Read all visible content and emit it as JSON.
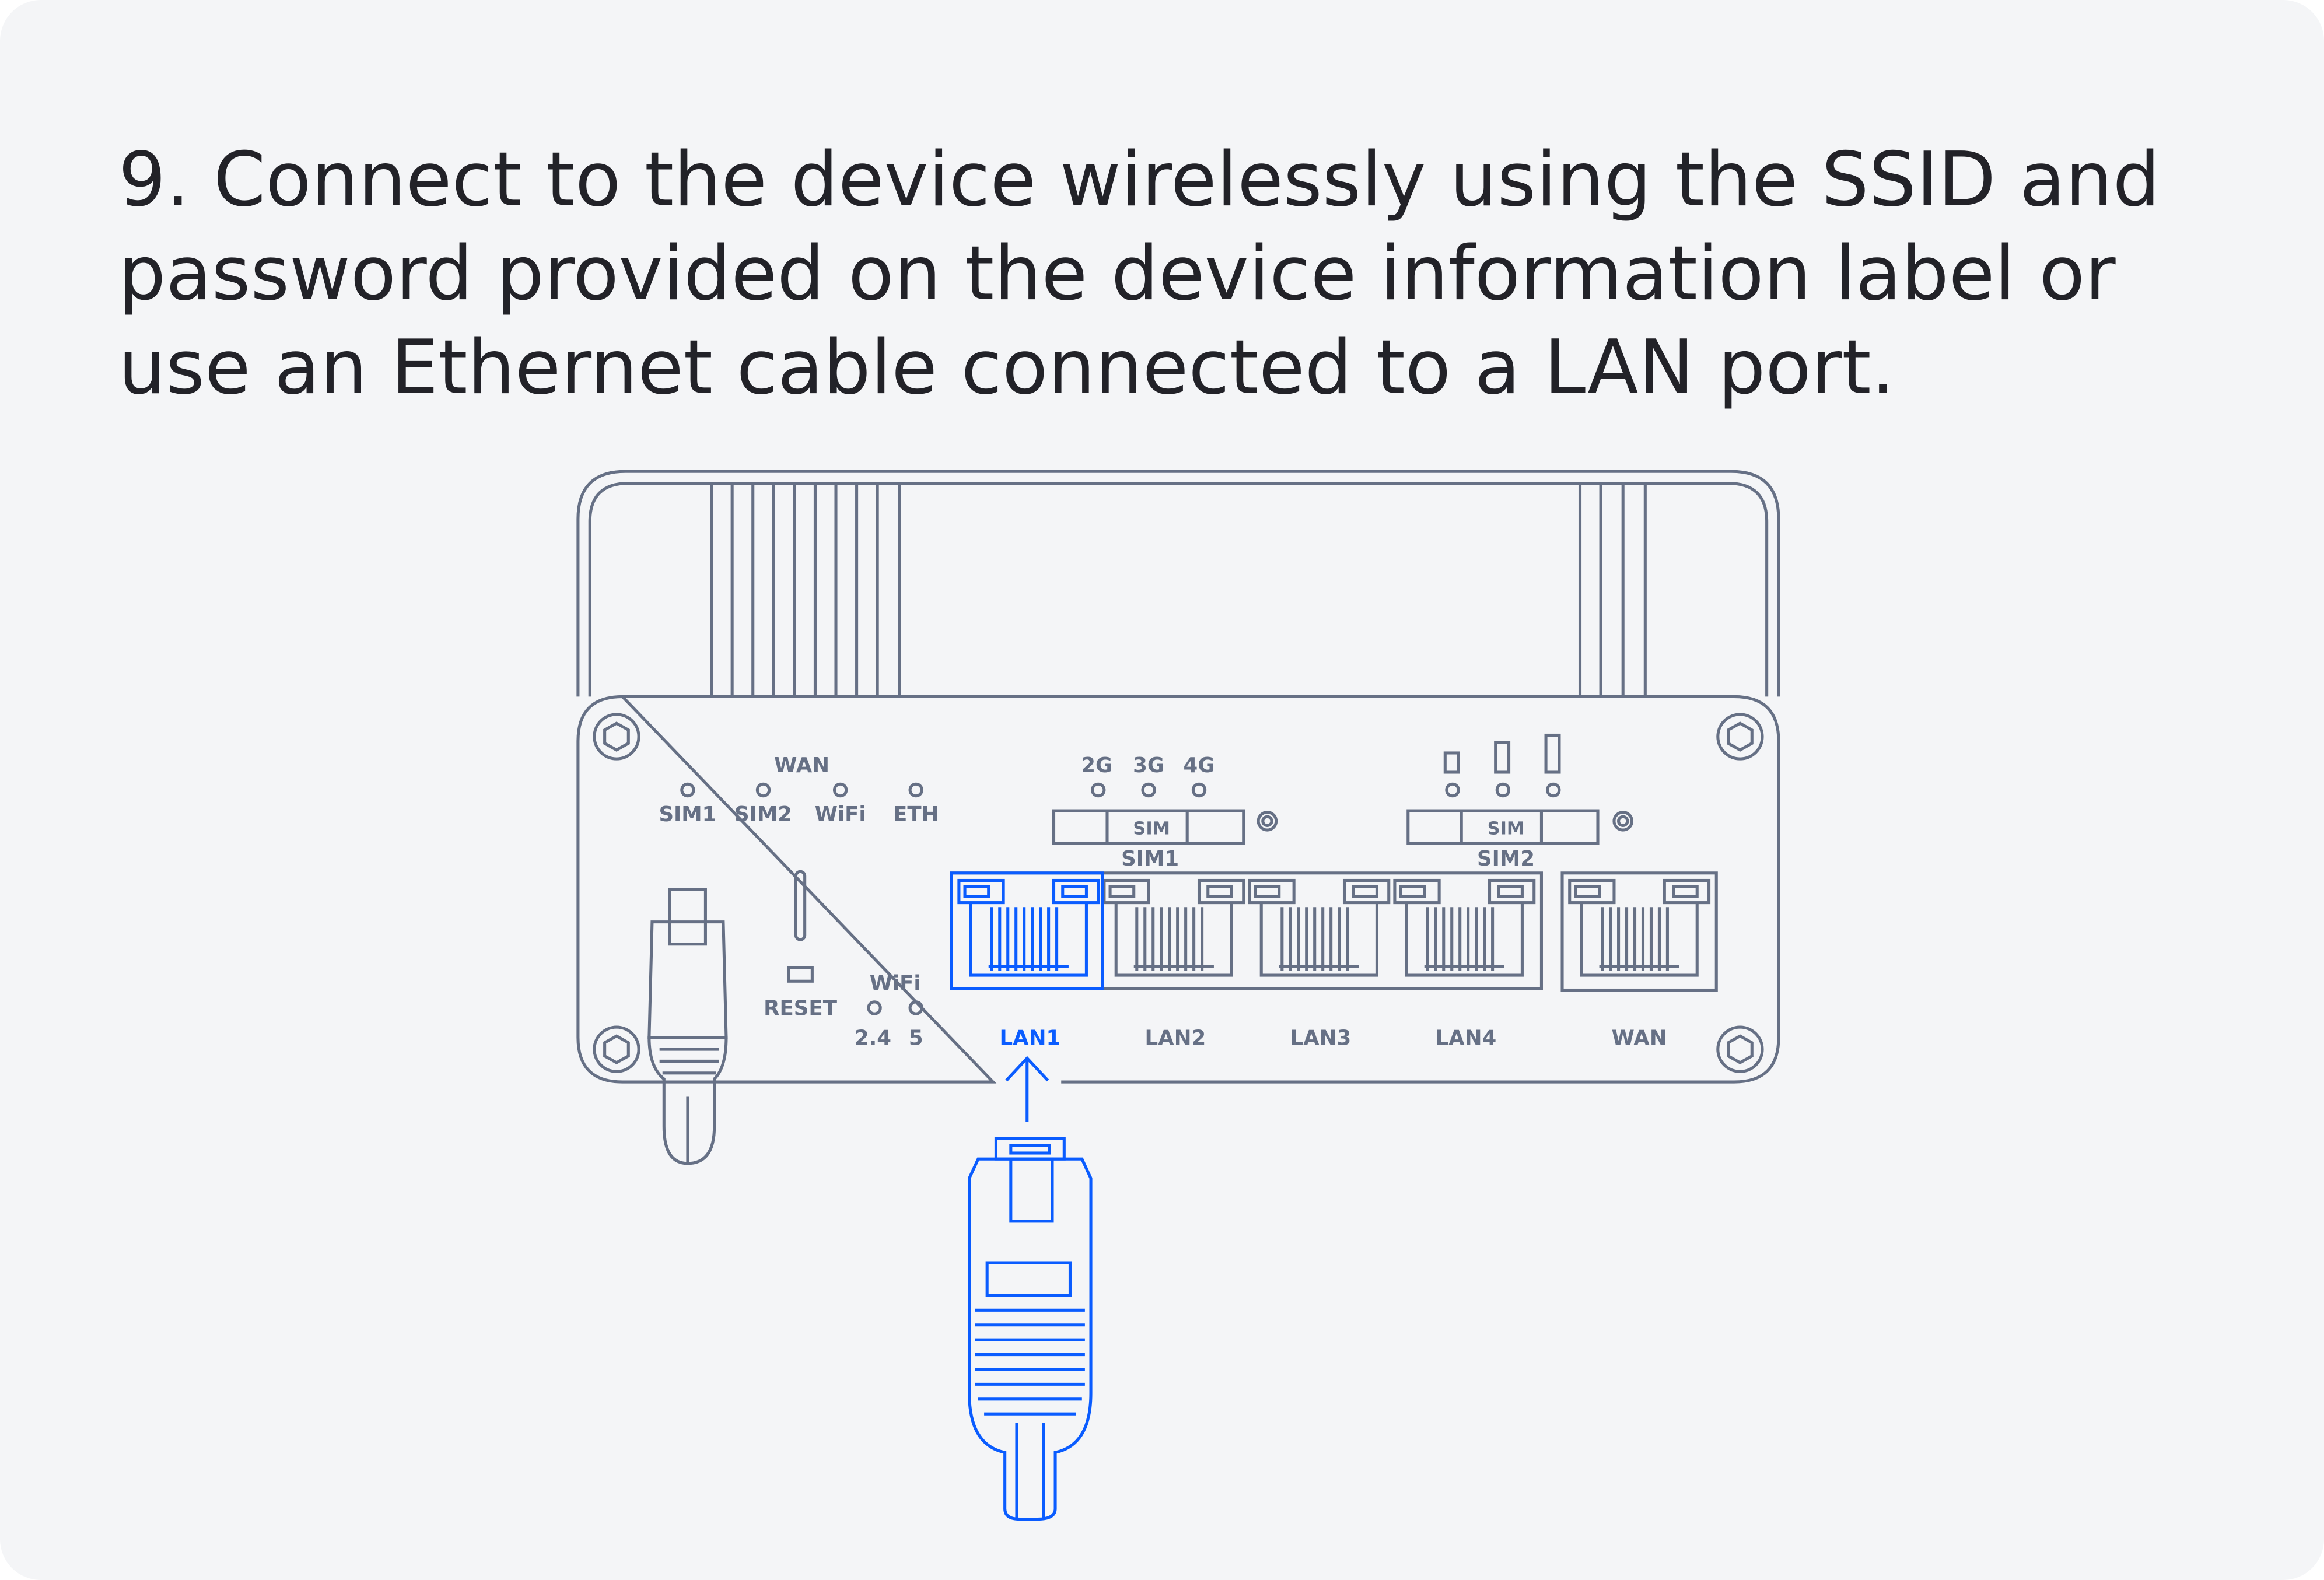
{
  "title": "9. Connect to the device wirelessly using the SSID and\npassword provided on the device information label or\nuse an Ethernet cable connected to a LAN port.",
  "colors": {
    "background": "#f4f5f7",
    "stroke": "#667085",
    "highlight": "#0a5cff",
    "text": "#222228"
  },
  "router": {
    "status_leds": {
      "group_label": "WAN",
      "items": [
        "SIM1",
        "SIM2",
        "WiFi",
        "ETH"
      ]
    },
    "network_leds": [
      "2G",
      "3G",
      "4G"
    ],
    "signal_icon": "signal-strength-icon",
    "sim_slots": [
      {
        "slot_text": "SIM",
        "label": "SIM1"
      },
      {
        "slot_text": "SIM",
        "label": "SIM2"
      }
    ],
    "reset_label": "RESET",
    "wifi_leds": {
      "group_label": "WiFi",
      "items": [
        "2.4",
        "5"
      ]
    },
    "ports": [
      "LAN1",
      "LAN2",
      "LAN3",
      "LAN4"
    ],
    "wan_port": "WAN",
    "highlighted_port": "LAN1"
  }
}
